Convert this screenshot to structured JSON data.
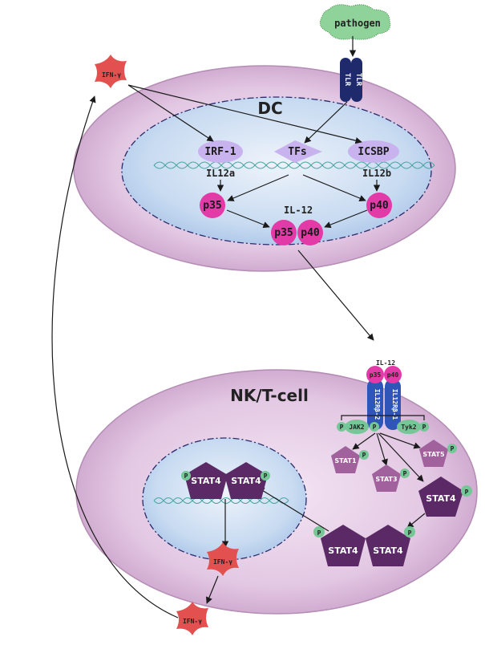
{
  "pathogen": {
    "label": "pathogen"
  },
  "tlr": {
    "label_a": "TLR",
    "label_b": "TLR"
  },
  "ifng_top": {
    "label": "IFN-γ"
  },
  "dc": {
    "title": "DC",
    "irf1": "IRF-1",
    "tfs": "TFs",
    "icsbp": "ICSBP",
    "il12a": "IL12a",
    "il12b": "IL12b",
    "p35": "p35",
    "p40": "p40",
    "il12_label": "IL-12",
    "complex_p35": "p35",
    "complex_p40": "p40"
  },
  "receptor": {
    "il12_label": "IL-12",
    "p35": "p35",
    "p40": "p40",
    "chain2": "IL12Rβ-2",
    "chain1": "IL12Rβ-1",
    "jak2": "JAK2",
    "tyk2": "Tyk2",
    "p": "P"
  },
  "nk": {
    "title": "NK/T-cell",
    "stat1": "STAT1",
    "stat3": "STAT3",
    "stat5": "STAT5",
    "stat4": "STAT4",
    "dimer_left": "STAT4",
    "dimer_right": "STAT4",
    "nuc_left": "STAT4",
    "nuc_right": "STAT4",
    "p": "P",
    "ifng_inside": "IFN-γ"
  },
  "ifng_bottom": {
    "label": "IFN-γ"
  },
  "colors": {
    "cell_outer": "#d9b6d9",
    "nucleus": "#cfe0f2",
    "magenta": "#e23aa7",
    "lavender": "#c9b3ee",
    "stat_purple": "#5b2a66",
    "stat_light": "#a0619c",
    "receptor_blue": "#2f55b8",
    "green": "#76c697",
    "ifng_red": "#e25050",
    "tlr_navy": "#1f2a6d"
  }
}
